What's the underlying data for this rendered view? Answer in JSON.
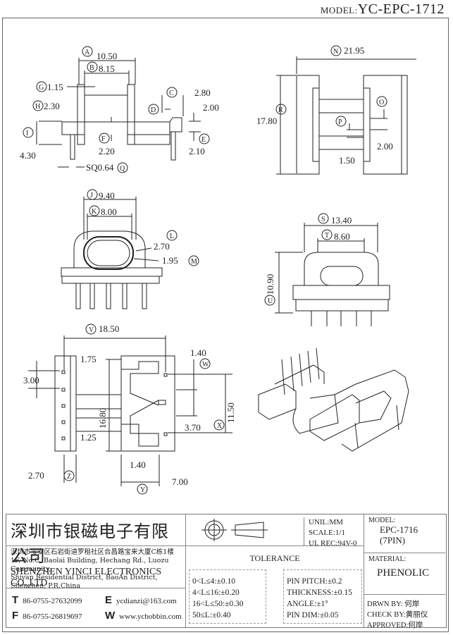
{
  "header": {
    "model_prefix": "MODEL:",
    "model_value": "YC-EPC-1712"
  },
  "views": {
    "side": {
      "A": "10.50",
      "B": "8.15",
      "C": "2.80",
      "D": "2.00",
      "E": "2.10",
      "F": "2.20",
      "G": "1.15",
      "H": "2.30",
      "I": "4.30",
      "Q": "SQ0.64"
    },
    "top": {
      "N": "21.95",
      "O": "2.00",
      "P": "1.50",
      "R": "17.80"
    },
    "front": {
      "J": "9.40",
      "K": "8.00",
      "L": "2.70",
      "M": "1.95"
    },
    "back": {
      "S": "13.40",
      "T": "8.60",
      "U": "10.90"
    },
    "bottom": {
      "V": "18.50",
      "W": "1.40",
      "X": "11.50",
      "Y": "7.00",
      "Z": "2.70",
      "pitch": "3.00",
      "d175": "1.75",
      "d125": "1.25",
      "d1680": "16.80",
      "d370": "3.70",
      "d140b": "1.40"
    }
  },
  "title_block": {
    "company_cn": "深圳市银磁电子有限公司",
    "company_en": "SHENZHEN YINCI ELECTRONICS CO.,LTD",
    "address": [
      "深圳市宝安区石岩街道罗租社区合昌路宝来大厦C栋1楼",
      "1F, No.C, Baolai Building, Hechang Rd., Luozu Community,",
      "Shiyan Residential District, BaoAn District,",
      "Shenzhen, P.R.China"
    ],
    "contacts": [
      {
        "key": "T",
        "value": "86-0755-27632099"
      },
      {
        "key": "E",
        "value": "ycdianzi@163.com"
      },
      {
        "key": "F",
        "value": "86-0755-26819697"
      },
      {
        "key": "W",
        "value": "www.ycbobbin.com"
      }
    ],
    "unit": "UNIL:MM",
    "scale": "SCALE:1/1",
    "ul_rec": "UL REC:94V-0",
    "tolerance_title": "TOLERANCE",
    "tolerance_left": [
      "0<L≤4:±0.10",
      "4<L≤16:±0.20",
      "16<L≤50:±0.30",
      "50≤L:±0.40"
    ],
    "tolerance_right": [
      "PIN PITCH:±0.2",
      "THICKNESS:±0.15",
      "ANGLE:±1°",
      "PIN DIM:±0.05"
    ],
    "model_label": "MODEL:",
    "model_value": "EPC-1716",
    "model_pins": "(7PIN)",
    "material_label": "MATERIAL:",
    "material_value": "PHENOLIC",
    "drawn_by": "DRWN BY: 何岸",
    "check_by": "CHECK BY:黄丽仪",
    "approved": "APPROVED:何岸"
  }
}
